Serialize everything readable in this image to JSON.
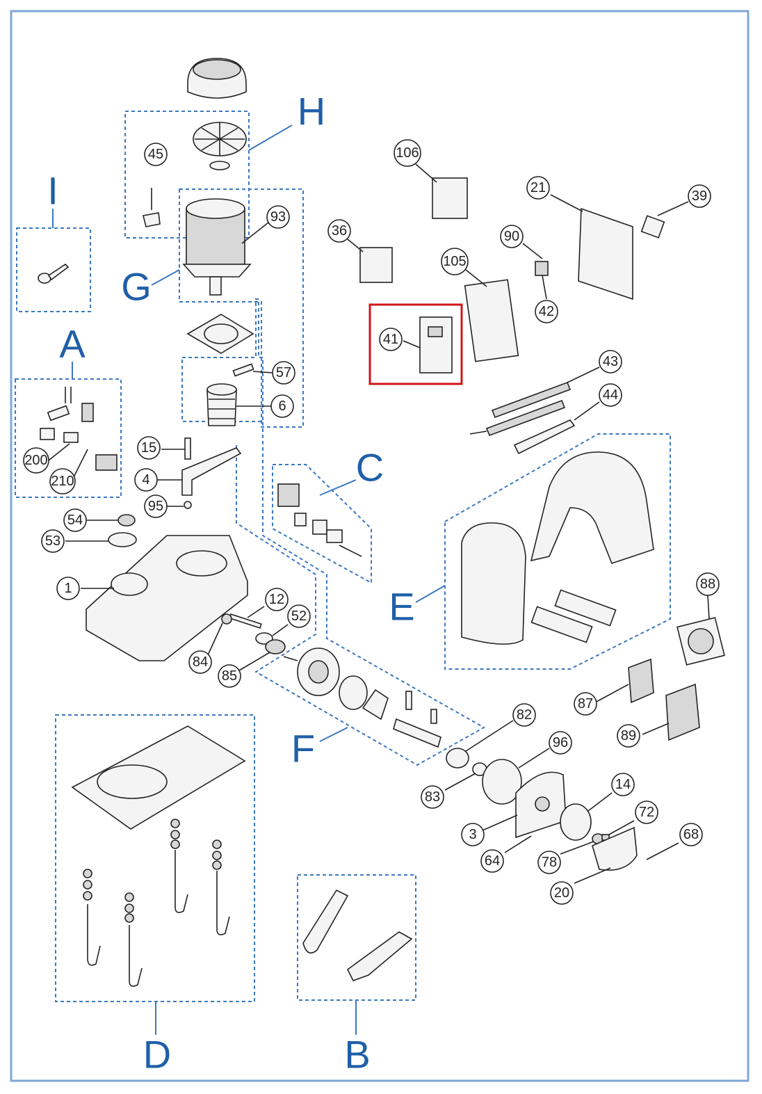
{
  "groups": {
    "A": "A",
    "B": "B",
    "C": "C",
    "D": "D",
    "E": "E",
    "F": "F",
    "G": "G",
    "H": "H",
    "I": "I"
  },
  "callouts": {
    "p45": "45",
    "p93": "93",
    "p57": "57",
    "p6": "6",
    "p15": "15",
    "p4": "4",
    "p95": "95",
    "p54": "54",
    "p53": "53",
    "p1": "1",
    "p200": "200",
    "p210": "210",
    "p12": "12",
    "p52": "52",
    "p84": "84",
    "p85": "85",
    "p106": "106",
    "p36": "36",
    "p105": "105",
    "p41": "41",
    "p90": "90",
    "p42": "42",
    "p21": "21",
    "p39": "39",
    "p43": "43",
    "p44": "44",
    "p88": "88",
    "p87": "87",
    "p89": "89",
    "p82": "82",
    "p96": "96",
    "p83": "83",
    "p3": "3",
    "p14": "14",
    "p72": "72",
    "p64": "64",
    "p78": "78",
    "p68": "68",
    "p20": "20"
  },
  "highlight": {
    "part": "41",
    "color": "#d0141a"
  },
  "colors": {
    "group_letters": "#1f5fa8",
    "group_outline": "#3a78c0",
    "frame": "#7fa7d6"
  }
}
